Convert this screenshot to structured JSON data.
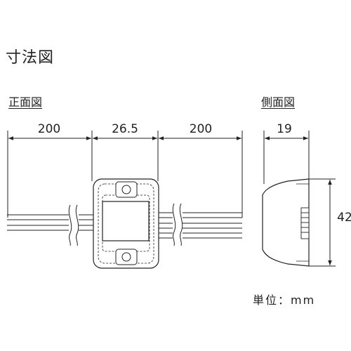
{
  "title": "寸法図",
  "front_view": {
    "title": "正面図",
    "dimensions": {
      "left_lead": "200",
      "body_width": "26.5",
      "right_lead": "200"
    }
  },
  "side_view": {
    "title": "側面図",
    "dimensions": {
      "depth": "19",
      "height": "42"
    }
  },
  "unit_note": "単位：mm"
}
